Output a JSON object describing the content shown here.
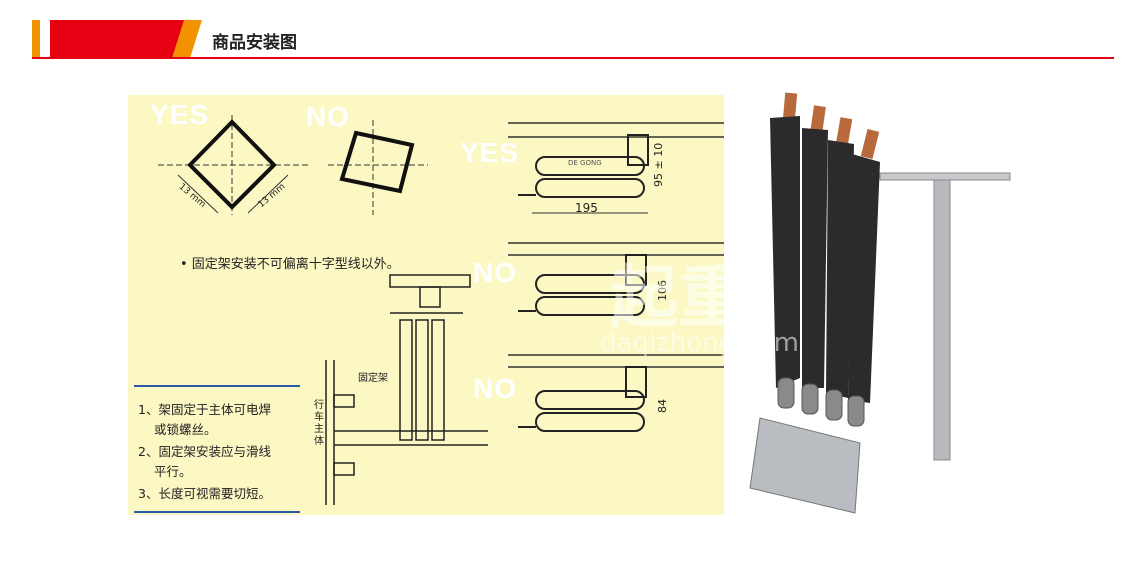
{
  "header": {
    "title": "商品安装图"
  },
  "diagram": {
    "labels": {
      "yes1": "YES",
      "no1": "NO",
      "yes2": "YES",
      "no2": "NO",
      "no3": "NO"
    },
    "dims": {
      "mm_left": "13 mm",
      "mm_right": "13 mm",
      "d195": "195",
      "d95": "95 ± 10",
      "d106": "106",
      "d84": "84",
      "brand": "DE GONG"
    },
    "note": "• 固定架安装不可偏离十字型线以外。",
    "part_labels": {
      "bracket": "固定架",
      "crane_body": "行车主体"
    },
    "instructions": [
      "1、架固定于主体可电焊",
      "或锁螺丝。",
      "2、固定架安装应与滑线",
      "平行。",
      "3、长度可视需要切短。"
    ]
  },
  "watermark": {
    "text": "起重",
    "url": "daqizhong.com"
  },
  "colors": {
    "red": "#e60012",
    "orange": "#f39200",
    "paper": "#fbf8c4",
    "blue_rule": "#2d5aa8"
  }
}
